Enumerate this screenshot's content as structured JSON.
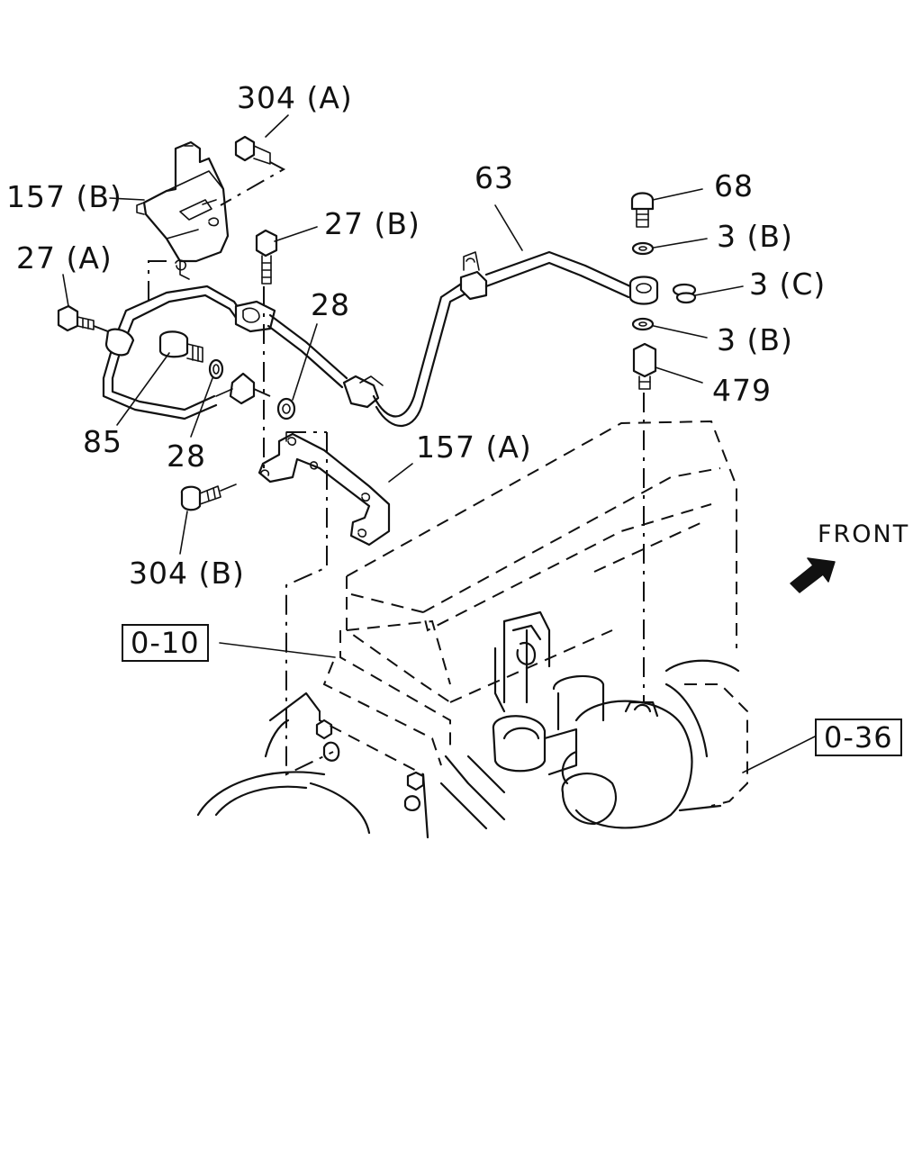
{
  "labels": {
    "p304a": "304 (A)",
    "p157b": "157 (B)",
    "p27a": "27 (A)",
    "p27b": "27 (B)",
    "p63": "63",
    "p68": "68",
    "p3b_top": "3 (B)",
    "p3c": "3 (C)",
    "p3b_bottom": "3 (B)",
    "p479": "479",
    "p28_right": "28",
    "p85": "85",
    "p28_left": "28",
    "p157a": "157 (A)",
    "p304b": "304 (B)",
    "front": "FRONT"
  },
  "refs": {
    "r010": "0-10",
    "r036": "0-36"
  },
  "icons": {
    "front_arrow": "arrow-northeast-icon"
  }
}
